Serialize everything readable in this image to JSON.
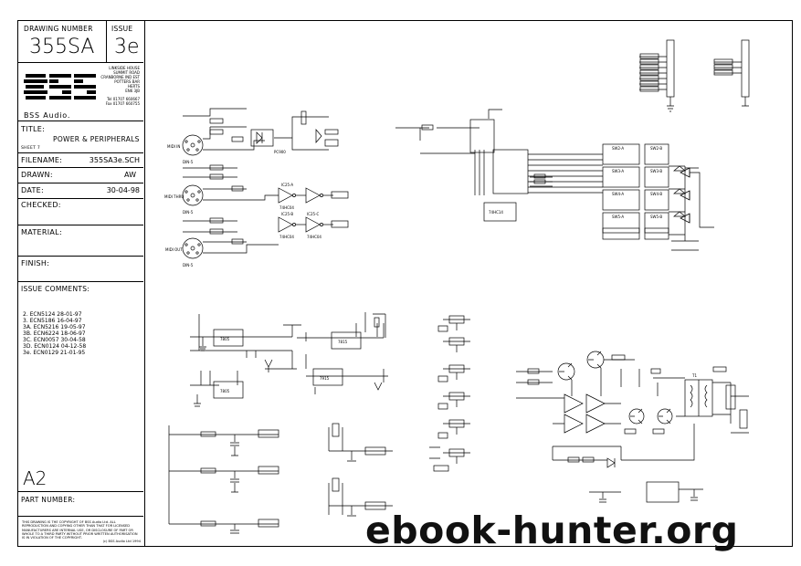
{
  "titleblock": {
    "drawing_number_label": "DRAWING NUMBER",
    "issue_label": "ISSUE",
    "drawing_number": "355SA",
    "issue": "3e",
    "address": [
      "LINKSIDE HOUSE",
      "SUMMIT ROAD",
      "CRANBORNE IND EST",
      "POTTERS BAR",
      "HERTS",
      "EN6 3JB"
    ],
    "tel": "Tel 01707 660667",
    "fax": "Fax 01707 660755",
    "company": "BSS Audio.",
    "title_label": "TITLE:",
    "title": "POWER & PERIPHERALS",
    "sheet": "SHEET 7",
    "filename_label": "FILENAME:",
    "filename": "355SA3e.SCH",
    "drawn_label": "DRAWN:",
    "drawn": "AW",
    "date_label": "DATE:",
    "date": "30-04-98",
    "checked_label": "CHECKED:",
    "material_label": "MATERIAL:",
    "finish_label": "FINISH:",
    "comments_label": "ISSUE COMMENTS:",
    "comments": [
      "2. ECN5124 28-01-97",
      "3. ECN5186 16-04-97",
      "3A. ECN5216 19-05-97",
      "3B. ECN6224 18-06-97",
      "3C. ECN0057 30-04-58",
      "3D. ECN0124 04-12-58",
      "3e. ECN0129 21-01-95"
    ],
    "size": "A2",
    "part_number_label": "PART NUMBER:",
    "copyright": "THIS DRAWING IS THE COPYRIGHT OF BSS Audio Ltd. ALL REPRODUCTION AND COPYING OTHER THAN THAT FOR LICENSED MANUFACTURERS ARE INTERNAL USE, OR DISCLOSURE OF PART OR WHOLE TO A THIRD PARTY WITHOUT PRIOR WRITTEN AUTHORISATION IS IN VIOLATION OF THE COPYRIGHT.",
    "copyright_mark": "(c) BSS Audio Ltd 1994"
  },
  "schematic": {
    "midi_inputs": [
      "MIDI IN",
      "MIDI THRU",
      "MIDI OUT"
    ],
    "connector_labels": [
      "DIN-5",
      "DIN-5",
      "DIN-5"
    ],
    "ic_labels": [
      "IC25-A",
      "IC25-B",
      "IC25-C",
      "74HC04",
      "74HC04",
      "74HC04",
      "74HC14"
    ],
    "opto_label": "PC900",
    "regulators": [
      "7805",
      "7805",
      "7815",
      "7915"
    ],
    "switch_labels": [
      "SW2-A",
      "SW2-B",
      "SW3-A",
      "SW3-B",
      "SW4-A",
      "SW4-B",
      "SW5-A",
      "SW5-B"
    ],
    "transformer_label": "T1"
  },
  "watermark": "ebook-hunter.org"
}
